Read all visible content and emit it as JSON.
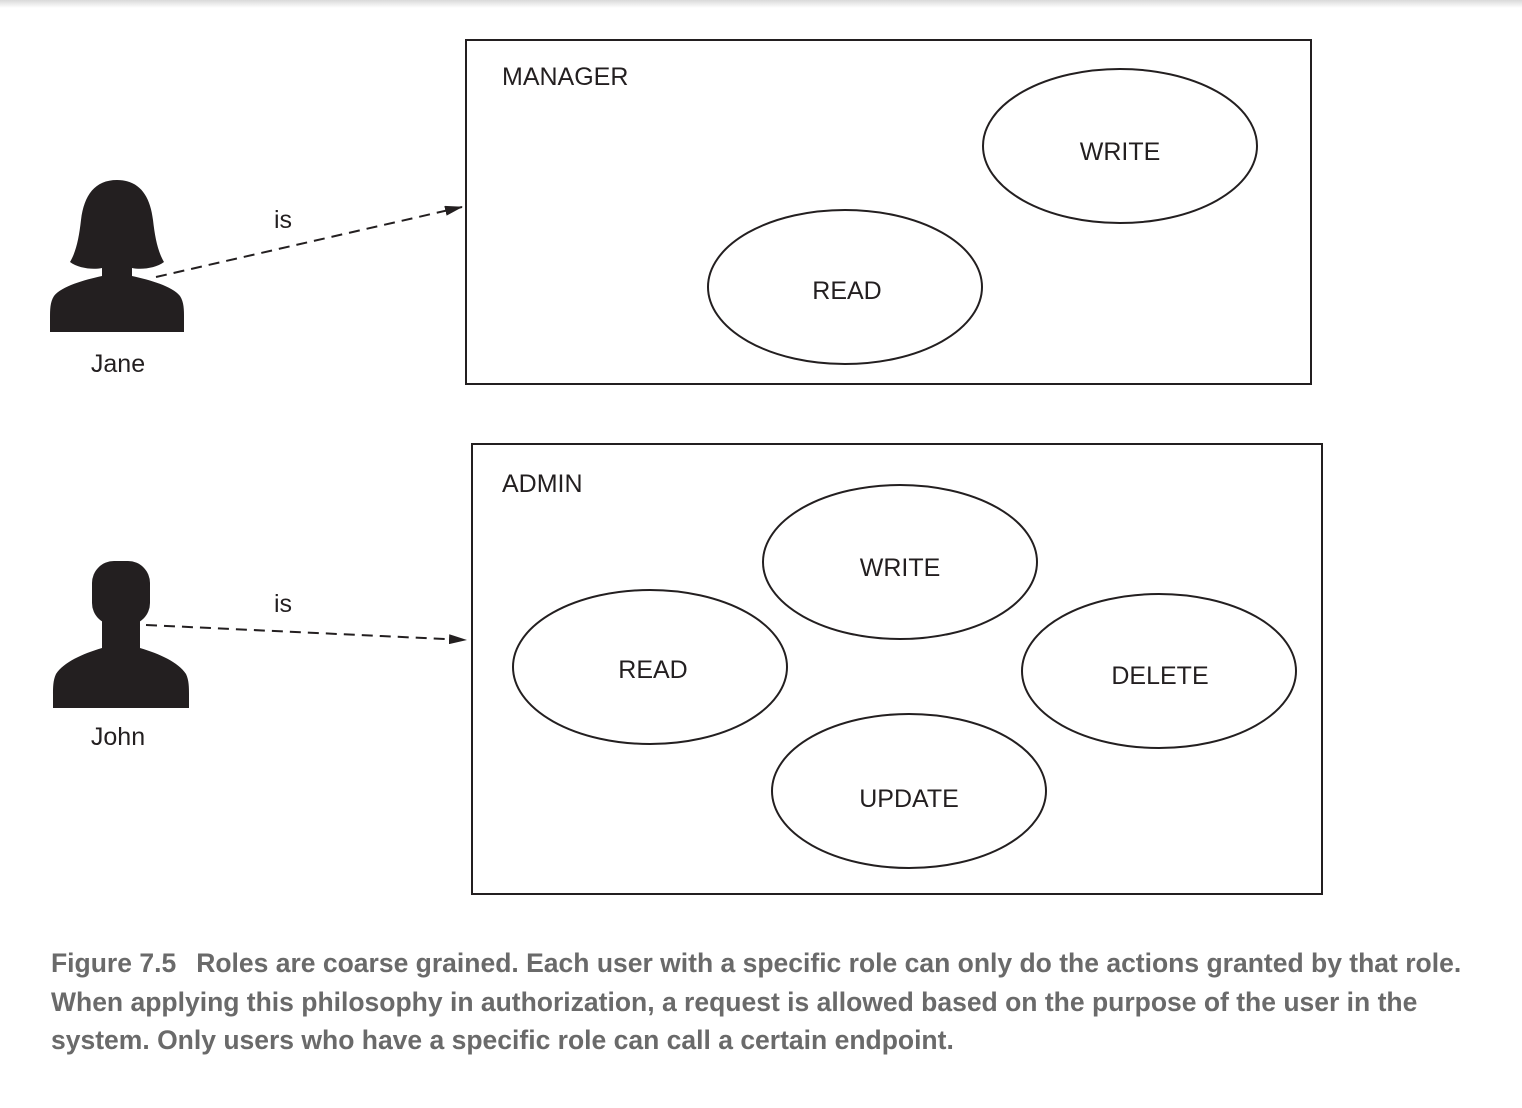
{
  "users": [
    {
      "id": "jane",
      "name": "Jane",
      "relation": "is",
      "role": "manager"
    },
    {
      "id": "john",
      "name": "John",
      "relation": "is",
      "role": "admin"
    }
  ],
  "roles": {
    "manager": {
      "label": "MANAGER",
      "actions": [
        "WRITE",
        "READ"
      ]
    },
    "admin": {
      "label": "ADMIN",
      "actions": [
        "WRITE",
        "READ",
        "DELETE",
        "UPDATE"
      ]
    }
  },
  "caption": {
    "label": "Figure 7.5",
    "text": "Roles are coarse grained. Each user with a specific role can only do the actions granted by that role. When applying this philosophy in authorization, a request is allowed based on the purpose of the user in the system. Only users who have a specific role can call a certain endpoint."
  },
  "colors": {
    "ink": "#231f20",
    "caption": "#6a6a6a"
  }
}
